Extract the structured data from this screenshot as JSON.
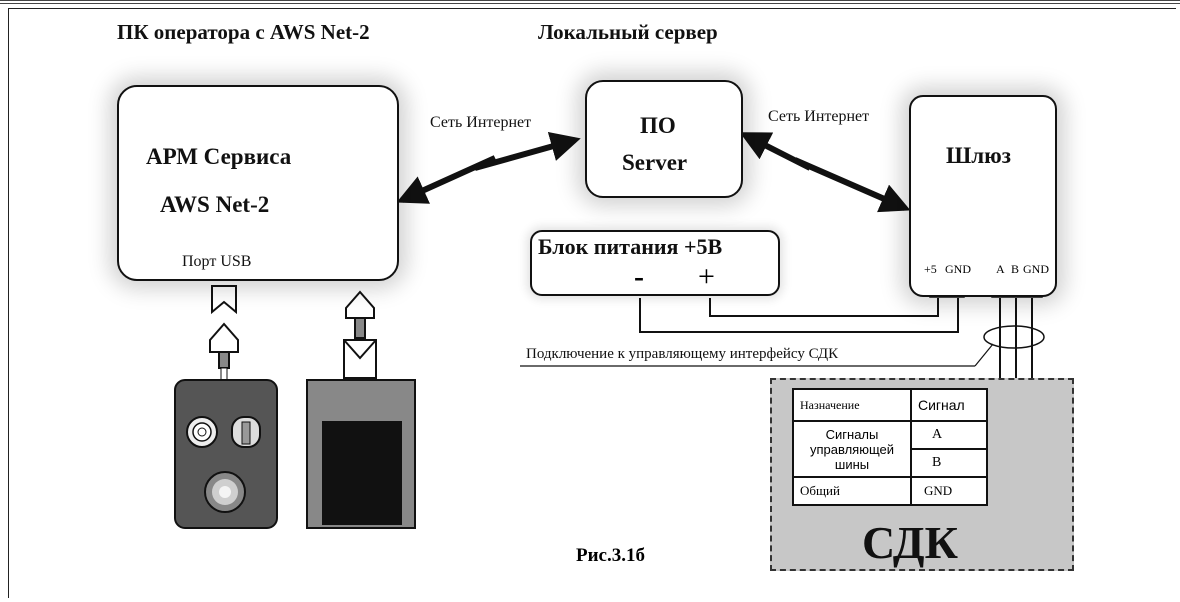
{
  "headings": {
    "operator_pc": "ПК оператора с AWS Net-2",
    "local_server": "Локальный сервер"
  },
  "arm_box": {
    "line1": "АРМ Сервиса",
    "line2": "AWS Net-2",
    "port": "Порт USB"
  },
  "server_box": {
    "line1": "ПО",
    "line2": "Server"
  },
  "links": {
    "left_internet": "Сеть Интернет",
    "right_internet": "Сеть Интернет"
  },
  "gateway": {
    "title": "Шлюз",
    "term_plus5": "+5",
    "term_gnd1": "GND",
    "term_a": "A",
    "term_b": "B",
    "term_gnd2": "GND"
  },
  "power": {
    "title": "Блок питания +5В",
    "minus": "-",
    "plus": "+"
  },
  "connection_label": "Подключение к управляющему интерфейсу СДК",
  "sdk": {
    "title": "СДК",
    "table": {
      "col_purpose": "Назначение",
      "col_signal": "Сигнал",
      "row_bus": "Сигналы управляющей шины",
      "sig_a": "A",
      "sig_b": "B",
      "row_common": "Общий",
      "sig_gnd": "GND"
    }
  },
  "caption": "Рис.3.1б"
}
